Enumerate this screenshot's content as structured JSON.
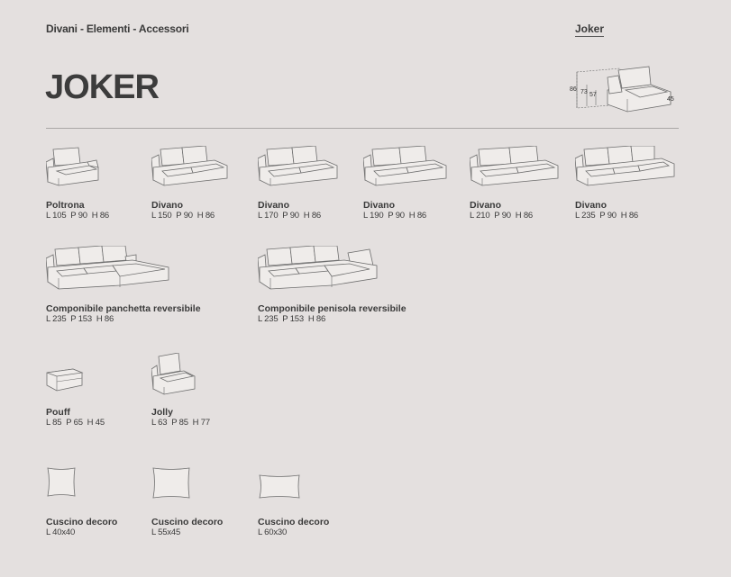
{
  "header": {
    "breadcrumb": "Divani - Elementi - Accessori",
    "link": "Joker",
    "title": "JOKER"
  },
  "schematic": {
    "h1": "86",
    "h2": "73",
    "h3": "57",
    "h4": "45"
  },
  "rows": [
    [
      {
        "name": "Poltrona",
        "dims": "L 105  P 90  H 86",
        "icon": "armchair-icon"
      },
      {
        "name": "Divano",
        "dims": "L 150  P 90  H 86",
        "icon": "sofa-2-seat-icon"
      },
      {
        "name": "Divano",
        "dims": "L 170  P 90  H 86",
        "icon": "sofa-2-seat-icon"
      },
      {
        "name": "Divano",
        "dims": "L 190  P 90  H 86",
        "icon": "sofa-2-seat-icon"
      },
      {
        "name": "Divano",
        "dims": "L 210  P 90  H 86",
        "icon": "sofa-2-seat-icon"
      },
      {
        "name": "Divano",
        "dims": "L 235  P 90  H 86",
        "icon": "sofa-3-seat-icon"
      }
    ],
    [
      {
        "name": "Componibile panchetta reversibile",
        "dims": "L 235  P 153  H 86",
        "icon": "sectional-bench-icon"
      },
      {
        "name": "Componibile penisola reversibile",
        "dims": "L 235  P 153  H 86",
        "icon": "sectional-chaise-icon"
      }
    ],
    [
      {
        "name": "Pouff",
        "dims": "L 85  P 65  H 45",
        "icon": "pouf-icon"
      },
      {
        "name": "Jolly",
        "dims": "L 63  P 85  H 77",
        "icon": "jolly-chair-icon"
      }
    ],
    [
      {
        "name": "Cuscino decoro",
        "dims": "L 40x40",
        "icon": "cushion-icon"
      },
      {
        "name": "Cuscino decoro",
        "dims": "L 55x45",
        "icon": "cushion-icon"
      },
      {
        "name": "Cuscino decoro",
        "dims": "L 60x30",
        "icon": "cushion-icon"
      }
    ]
  ]
}
